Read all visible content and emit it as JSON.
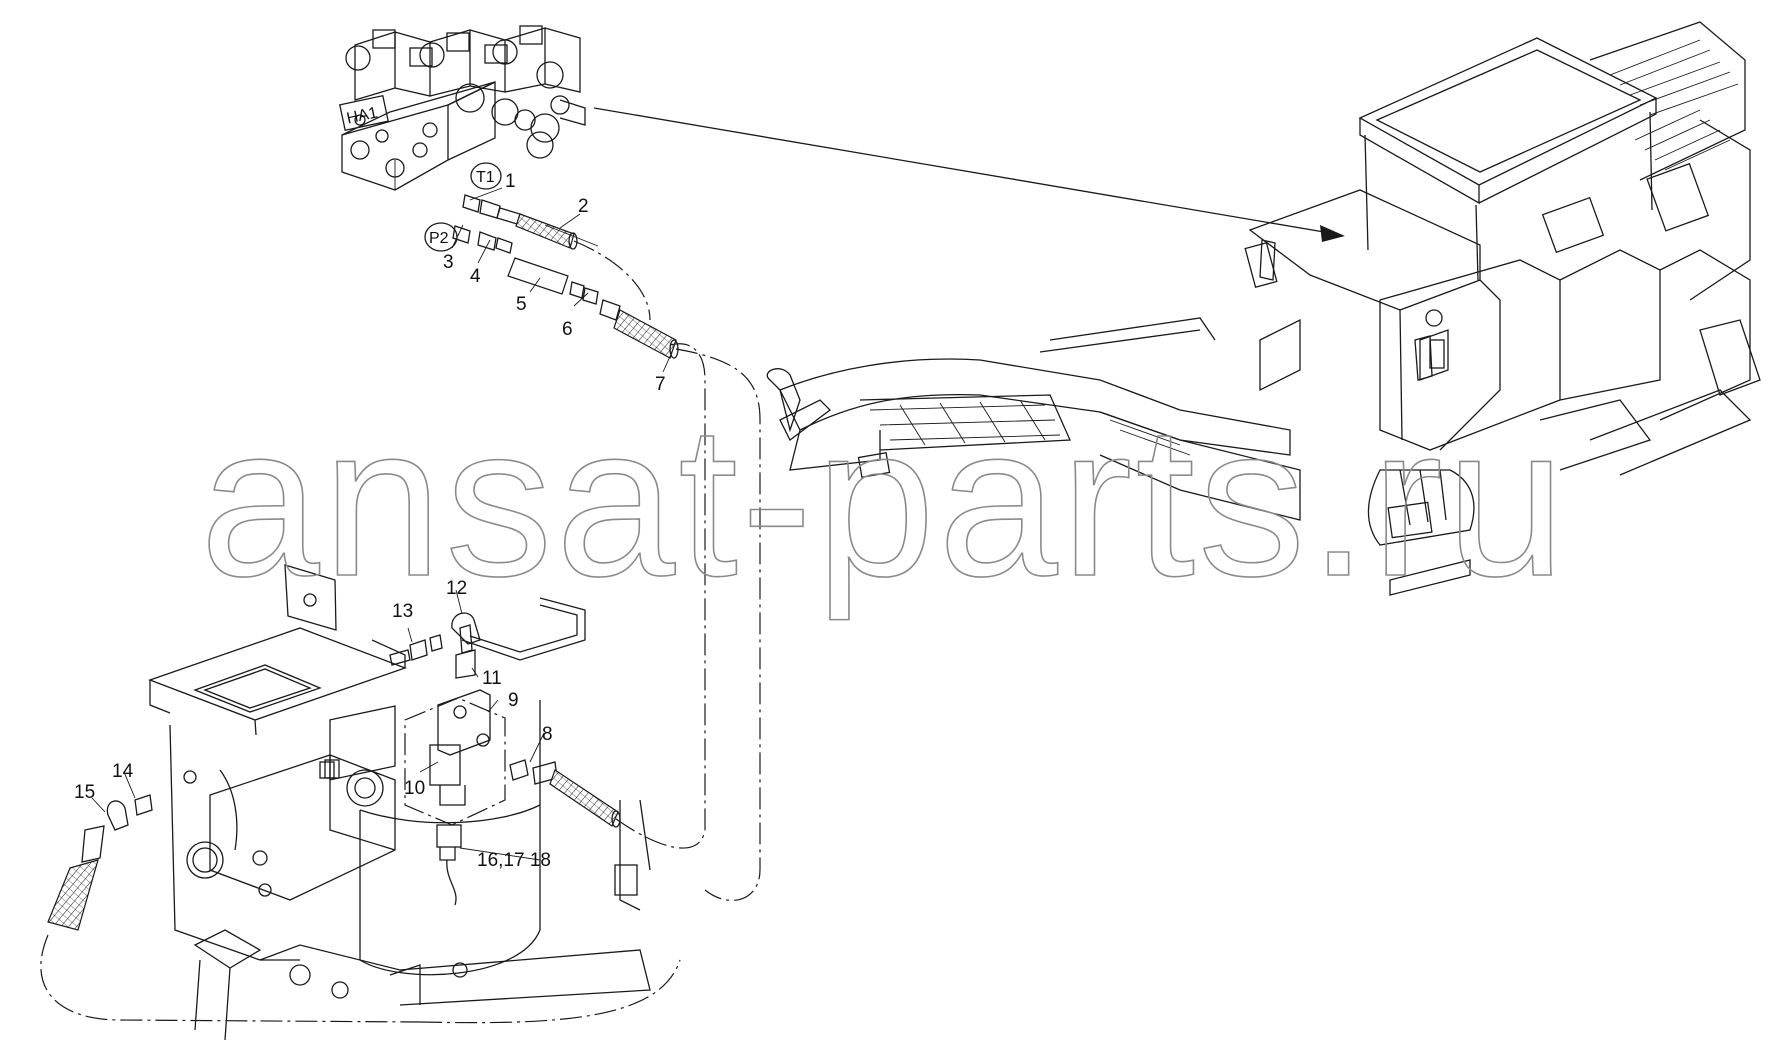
{
  "diagram": {
    "watermark": "ansat-parts.ru",
    "port_tags": {
      "ha1": "HA1",
      "t1": "T1",
      "p2": "P2"
    },
    "callouts": [
      "1",
      "2",
      "3",
      "4",
      "5",
      "6",
      "7",
      "8",
      "9",
      "10",
      "11",
      "12",
      "13",
      "14",
      "15",
      "16,17 18"
    ]
  }
}
